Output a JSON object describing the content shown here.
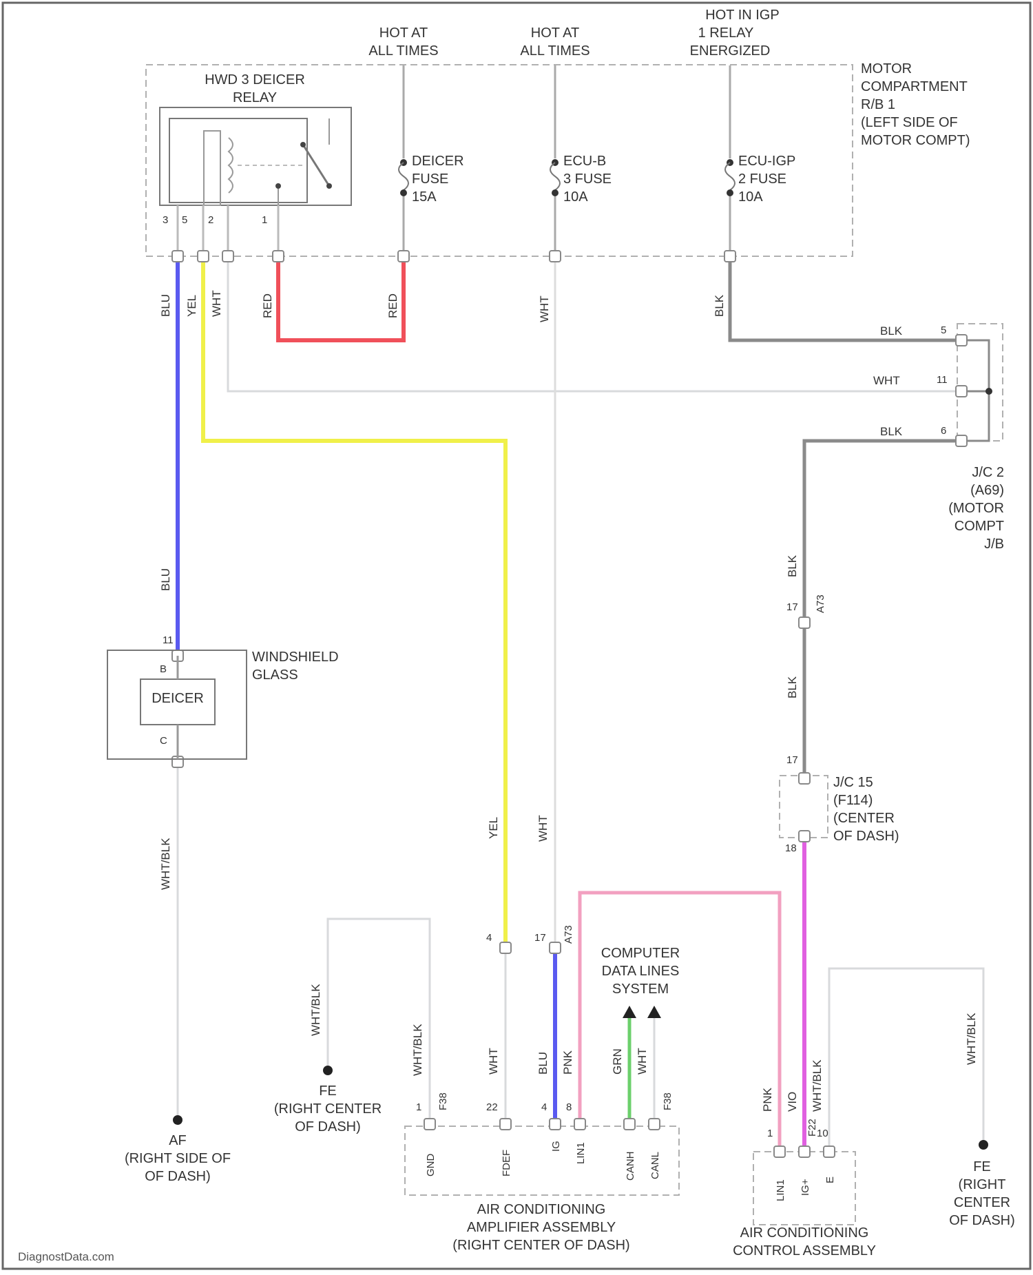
{
  "colors": {
    "wire_blu": "#5a5af0",
    "wire_yel": "#f0f04a",
    "wire_red": "#f0505a",
    "wire_wht": "#d8dadc",
    "wire_blk": "#8a8a8a",
    "wire_pnk": "#f2a0c0",
    "wire_vio": "#e060e0",
    "wire_grn": "#6cd06c",
    "dash": "#b0b0b0",
    "text": "#333333"
  },
  "feeds": {
    "hot1": [
      "HOT AT",
      "ALL TIMES"
    ],
    "hot2": [
      "HOT AT",
      "ALL TIMES"
    ],
    "hot3": [
      "HOT IN IGP",
      "1 RELAY",
      "ENERGIZED"
    ]
  },
  "motor_compartment": [
    "MOTOR",
    "COMPARTMENT",
    "R/B 1",
    "(LEFT SIDE OF",
    "MOTOR COMPT)"
  ],
  "relay": {
    "title": [
      "HWD 3 DEICER",
      "RELAY"
    ],
    "pins": [
      "3",
      "5",
      "2",
      "1"
    ]
  },
  "fuses": {
    "deicer": [
      "DEICER",
      "FUSE",
      "15A"
    ],
    "ecu_b": [
      "ECU-B",
      "3 FUSE",
      "10A"
    ],
    "ecu_igp": [
      "ECU-IGP",
      "2 FUSE",
      "10A"
    ]
  },
  "wire_labels": {
    "blu_top": "BLU",
    "yel_top": "YEL",
    "wht_top": "WHT",
    "red_left": "RED",
    "red_right": "RED",
    "wht_mid": "WHT",
    "blk_top": "BLK",
    "blk_h1": "BLK",
    "wht_h": "WHT",
    "blk_h2": "BLK",
    "blu_mid": "BLU",
    "blk_v1": "BLK",
    "blk_v2": "BLK",
    "wht_blk_left": "WHT/BLK",
    "yel_bot": "YEL",
    "wht_bot": "WHT",
    "wht_blk_fe": "WHT/BLK",
    "wht_blk_amp": "WHT/BLK",
    "wht_amp": "WHT",
    "blu_amp": "BLU",
    "pnk_amp": "PNK",
    "grn_amp": "GRN",
    "wht_can": "WHT",
    "pnk_ctrl": "PNK",
    "vio_ctrl": "VIO",
    "wht_blk_ctrl": "WHT/BLK",
    "wht_blk_right": "WHT/BLK"
  },
  "junction_jc2": {
    "pins": [
      "5",
      "11",
      "6"
    ],
    "label": [
      "J/C 2",
      "(A69)",
      "(MOTOR",
      "COMPT",
      "J/B"
    ]
  },
  "connector_mid": {
    "pin_a": "17",
    "code_a": "A73",
    "pin_b": "17"
  },
  "junction_jc15": {
    "label": [
      "J/C 15",
      "(F114)",
      "(CENTER",
      "OF DASH)"
    ],
    "pin_bottom": "18"
  },
  "windshield": {
    "label": [
      "WINDSHIELD",
      "GLASS"
    ],
    "element": "DEICER",
    "pin_top_conn": "11",
    "pin_top": "B",
    "pin_bottom": "C"
  },
  "inline_conn": {
    "pin_left": "4",
    "pin_right": "17",
    "code": "A73"
  },
  "data_lines": [
    "COMPUTER",
    "DATA LINES",
    "SYSTEM"
  ],
  "amplifier": {
    "label": [
      "AIR CONDITIONING",
      "AMPLIFIER ASSEMBLY",
      "(RIGHT CENTER OF DASH)"
    ],
    "pins": [
      {
        "num": "1",
        "conn": "F38",
        "name": "GND"
      },
      {
        "num": "22",
        "name": "FDEF"
      },
      {
        "num": "4",
        "name": "IG"
      },
      {
        "num": "8",
        "name": "LIN1"
      },
      {
        "num": "",
        "name": "CANH"
      },
      {
        "num": "",
        "conn": "F38",
        "name": "CANL"
      }
    ]
  },
  "control": {
    "label": [
      "AIR CONDITIONING",
      "CONTROL ASSEMBLY"
    ],
    "pins": [
      {
        "num": "1",
        "name": "LIN1"
      },
      {
        "num": "",
        "conn": "F22",
        "name": "IG+"
      },
      {
        "num": "10",
        "name": "E"
      }
    ]
  },
  "grounds": {
    "af": [
      "AF",
      "(RIGHT SIDE OF",
      "OF DASH)"
    ],
    "fe_left": [
      "FE",
      "(RIGHT CENTER",
      "OF DASH)"
    ],
    "fe_right": [
      "FE",
      "(RIGHT",
      "CENTER",
      "OF DASH)"
    ]
  },
  "watermark": "DiagnostData.com"
}
